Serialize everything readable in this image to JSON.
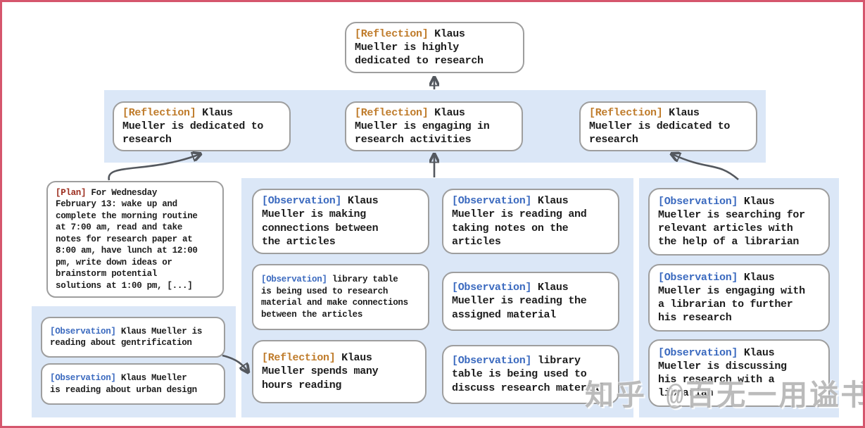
{
  "colors": {
    "frame": "#d5566d",
    "band": "#dbe7f7",
    "node_border": "#9e9e9e",
    "text": "#1c1c1c",
    "arrow": "#54585e",
    "reflection_label": "#bf7b2a",
    "observation_label": "#3b6abf",
    "plan_label": "#9c2d1e"
  },
  "watermark": "知乎 @百无一用谥书生",
  "nodes": {
    "root": {
      "label": "[Reflection]",
      "text": " Klaus\nMueller is highly\ndedicated to research"
    },
    "ref_left": {
      "label": "[Reflection]",
      "text": " Klaus\nMueller is dedicated to\nresearch"
    },
    "ref_mid": {
      "label": "[Reflection]",
      "text": " Klaus\nMueller is engaging in\nresearch activities"
    },
    "ref_right": {
      "label": "[Reflection]",
      "text": " Klaus\nMueller is dedicated to\nresearch"
    },
    "plan": {
      "label": "[Plan]",
      "text": " For Wednesday\nFebruary 13: wake up and\ncomplete the morning routine\nat 7:00 am, read and take\nnotes for research paper at\n8:00 am, have lunch at 12:00\npm, write down ideas or\nbrainstorm potential\nsolutions at 1:00 pm, [...]"
    },
    "obs_gentrification": {
      "label": "[Observation]",
      "text": " Klaus Mueller is\nreading about gentrification"
    },
    "obs_urban": {
      "label": "[Observation]",
      "text": " Klaus Mueller\nis reading about urban design"
    },
    "obs_connections": {
      "label": "[Observation]",
      "text": " Klaus\nMueller is making\nconnections between\nthe articles"
    },
    "obs_library_research": {
      "label": "[Observation]",
      "text": " library table\nis being used to research\nmaterial and make connections\nbetween the articles"
    },
    "ref_hours": {
      "label": "[Reflection]",
      "text": " Klaus\nMueller spends many\nhours reading"
    },
    "obs_notes": {
      "label": "[Observation]",
      "text": " Klaus\nMueller is reading and\ntaking notes on the\narticles"
    },
    "obs_assigned": {
      "label": "[Observation]",
      "text": " Klaus\nMueller is reading the\nassigned material"
    },
    "obs_library_discuss": {
      "label": "[Observation]",
      "text": " library\ntable is being used to\ndiscuss research material"
    },
    "obs_searching": {
      "label": "[Observation]",
      "text": " Klaus\nMueller is searching for\nrelevant articles with\nthe help of a librarian"
    },
    "obs_engaging": {
      "label": "[Observation]",
      "text": " Klaus\nMueller is engaging with\na librarian to further\nhis research"
    },
    "obs_discussing": {
      "label": "[Observation]",
      "text": " Klaus\nMueller is discussing\nhis research with a\nlibrarian"
    }
  }
}
